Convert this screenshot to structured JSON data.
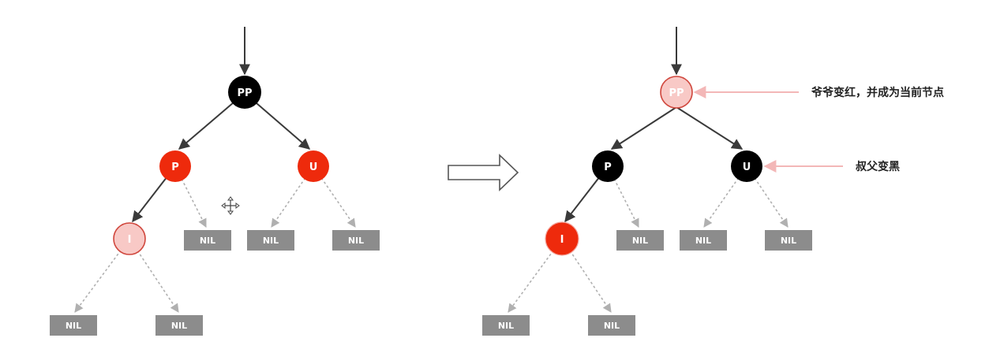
{
  "colors": {
    "black": "#000000",
    "red": "#ee2a0c",
    "pink_fill": "#f8c9c6",
    "pink_stroke": "#d0463c",
    "nil_fill": "#8c8c8c",
    "edge": "#3a3a3a",
    "nil_edge": "#b0b0b0",
    "pointer": "#f3b7b7"
  },
  "icons": {
    "transform_arrow": "hollow-right-arrow-icon",
    "move_cursor": "move-cursor-icon"
  },
  "before": {
    "nodes": {
      "pp": {
        "label": "PP",
        "color": "black"
      },
      "p": {
        "label": "P",
        "color": "red"
      },
      "u": {
        "label": "U",
        "color": "red"
      },
      "i": {
        "label": "I",
        "color": "pink"
      }
    },
    "nil_label": "NIL"
  },
  "after": {
    "nodes": {
      "pp": {
        "label": "PP",
        "color": "pink"
      },
      "p": {
        "label": "P",
        "color": "black"
      },
      "u": {
        "label": "U",
        "color": "black"
      },
      "i": {
        "label": "I",
        "color": "red"
      }
    },
    "nil_label": "NIL",
    "annotations": {
      "grandparent": "爷爷变红，并成为当前节点",
      "uncle": "叔父变黑"
    }
  }
}
